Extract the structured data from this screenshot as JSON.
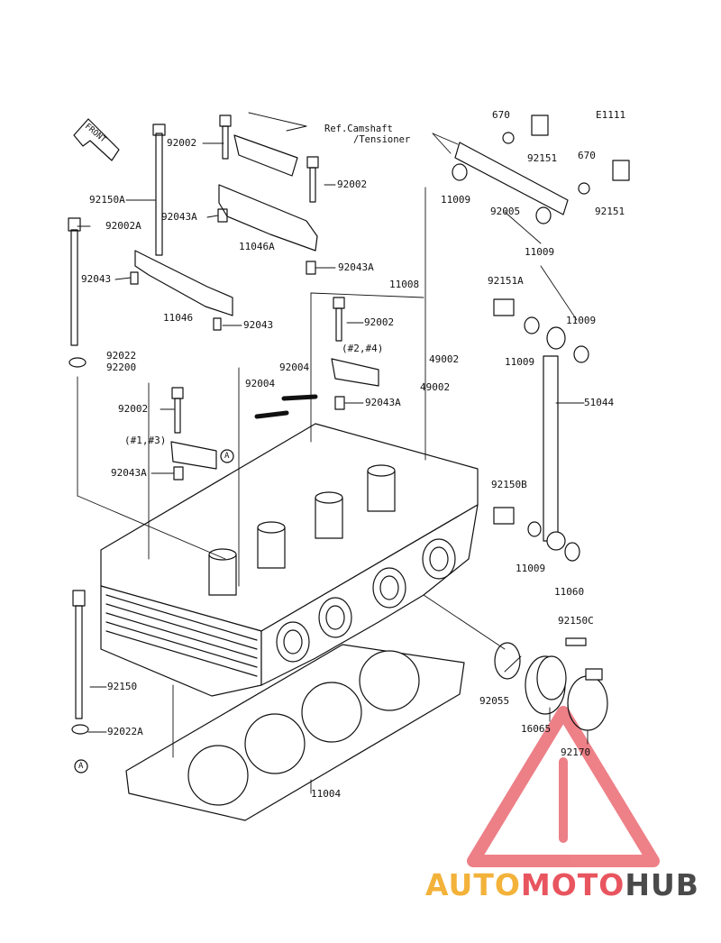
{
  "diagram_code": "E1111",
  "front_label": "FRONT",
  "ref_note": [
    "Ref.Camshaft",
    "/Tensioner"
  ],
  "callouts": {
    "c92002_top": "92002",
    "c92002_right": "92002",
    "c92150A": "92150A",
    "c92043A_1": "92043A",
    "c11046A": "11046A",
    "c92002A": "92002A",
    "c92043A_2": "92043A",
    "c92043_left": "92043",
    "c11046": "11046",
    "c92043_bottom": "92043",
    "c11008": "11008",
    "c92002_mid": "92002",
    "c2_4": "(#2,#4)",
    "c49002_a": "49002",
    "c49002_b": "49002",
    "c92022": "92022",
    "c92200": "92200",
    "c92004_a": "92004",
    "c92004_b": "92004",
    "c92043A_3": "92043A",
    "c92002_left": "92002",
    "c1_3": "(#1,#3)",
    "c92043A_4": "92043A",
    "c670_a": "670",
    "c92151_a": "92151",
    "c670_b": "670",
    "c92151_b": "92151",
    "c11009_a": "11009",
    "c92005": "92005",
    "c11009_b": "11009",
    "c92151A": "92151A",
    "c11009_c": "11009",
    "c11009_d": "11009",
    "c51044": "51044",
    "c92150B": "92150B",
    "c11009_e": "11009",
    "c11060": "11060",
    "c92150C": "92150C",
    "c92055": "92055",
    "c16065": "16065",
    "c92170": "92170",
    "c92150": "92150",
    "c92022A": "92022A",
    "c11004": "11004",
    "marker_a1": "A",
    "marker_a2": "A"
  },
  "watermark": {
    "part1": "AUTO",
    "part2": "MOTO",
    "part3": "HUB"
  },
  "colors": {
    "line": "#111111",
    "wm_orange": "#f3b23a",
    "wm_red": "#e8555f",
    "wm_grey": "#4a4a4a"
  }
}
